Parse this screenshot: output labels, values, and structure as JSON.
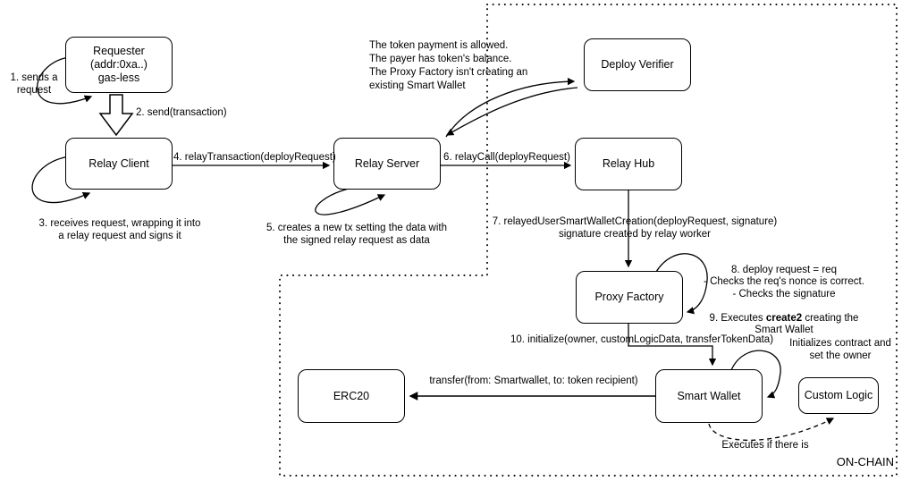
{
  "diagram": {
    "on_chain_label": "ON-CHAIN",
    "nodes": {
      "requester": "Requester\n(addr:0xa..)\ngas-less",
      "relay_client": "Relay Client",
      "relay_server": "Relay Server",
      "deploy_verifier": "Deploy Verifier",
      "relay_hub": "Relay Hub",
      "proxy_factory": "Proxy Factory",
      "smart_wallet": "Smart Wallet",
      "custom_logic": "Custom Logic",
      "erc20": "ERC20"
    },
    "labels": {
      "step1": "1. sends a\nrequest",
      "step2": "2. send(transaction)",
      "step3": "3. receives request, wrapping it into\na relay request and signs it",
      "step4": "4. relayTransaction(deployRequest)",
      "step5": "5. creates a new tx setting the data with\nthe signed relay request as data",
      "step6": "6. relayCall(deployRequest)",
      "step7": "7. relayedUserSmartWalletCreation(deployRequest, signature)\nsignature created by relay worker",
      "step8": "8. deploy request = req\n- Checks the req's nonce is correct.\n- Checks the signature",
      "step9_prefix": "9. Executes ",
      "step9_bold": "create2",
      "step9_suffix": " creating the\nSmart Wallet",
      "step10": "10. initialize(owner, customLogicData, transferTokenData)",
      "verifier_note": "The token payment is allowed.\nThe payer has token's balance.\nThe Proxy Factory isn't creating an\nexisting Smart Wallet",
      "initializes_note": "Initializes contract and\nset the owner",
      "transfer_label": "transfer(from: Smartwallet, to: token recipient)",
      "executes_note": "Executes if there is"
    },
    "colors": {
      "stroke": "#000000",
      "background": "#ffffff"
    }
  }
}
